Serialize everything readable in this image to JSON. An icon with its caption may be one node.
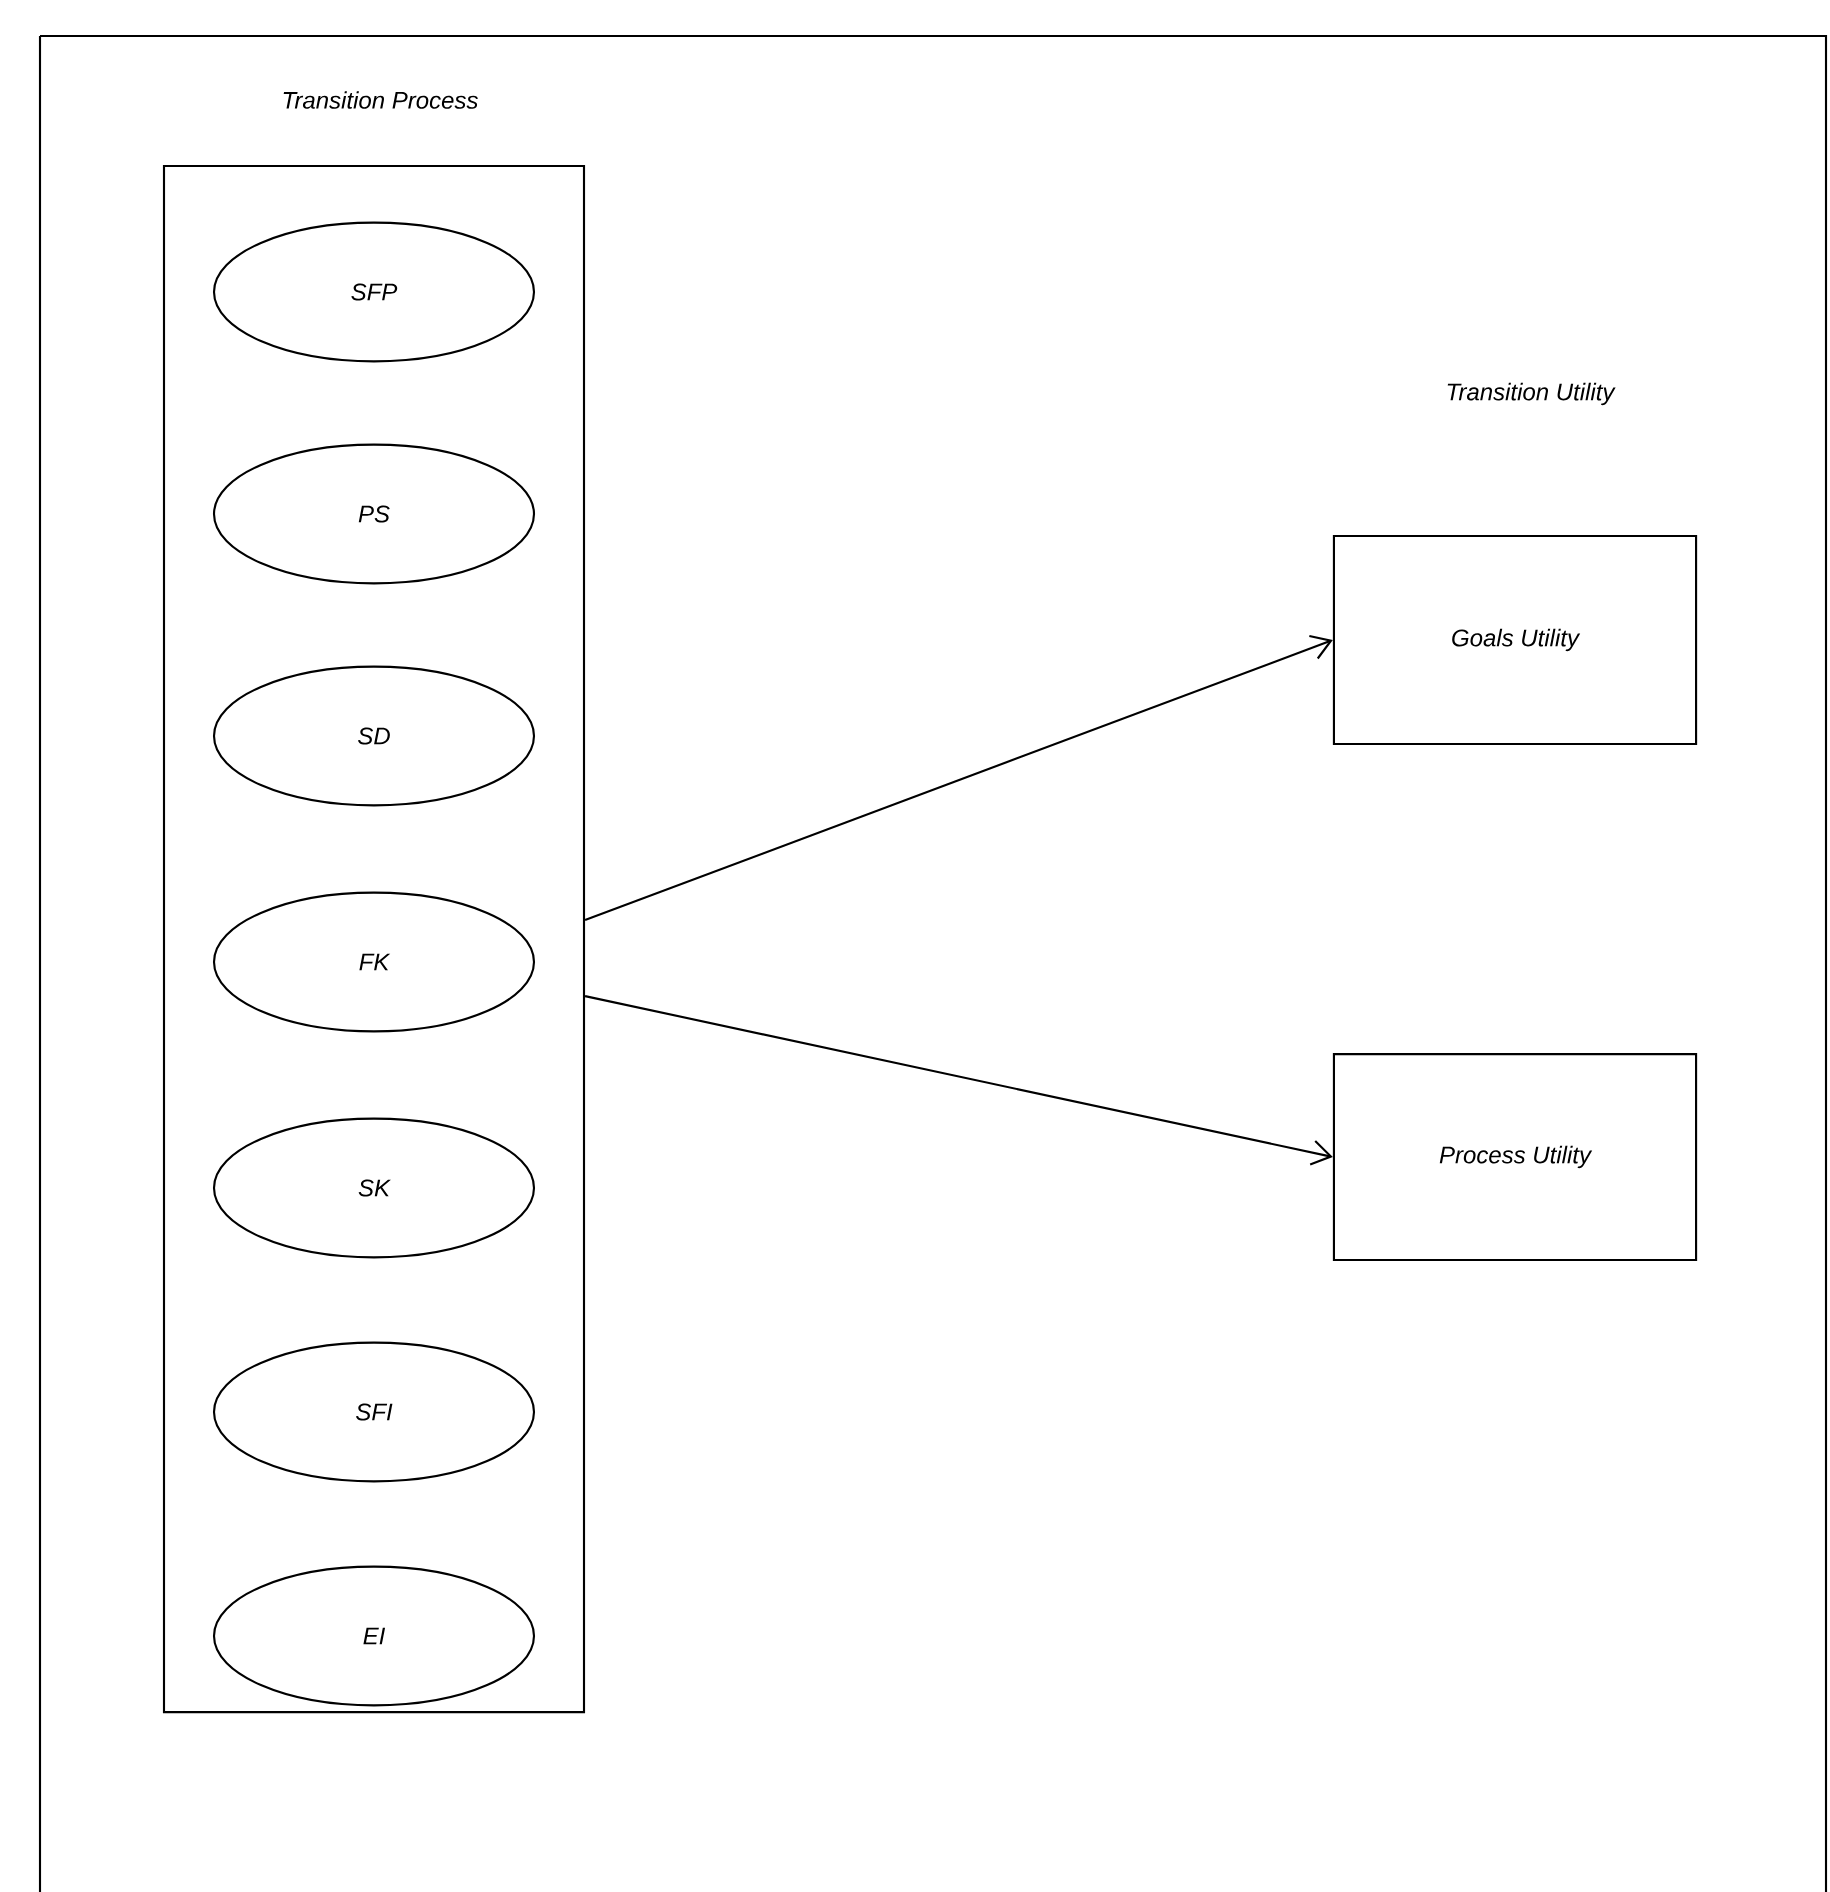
{
  "diagram": {
    "nodes": [
      {
        "text": [
          "Transition Process"
        ]
      },
      {
        "text": [
          "SFP"
        ],
        "in": 0
      },
      {
        "text": [
          "PS"
        ],
        "in": 0
      },
      {
        "text": [
          "SD"
        ],
        "in": 0
      },
      {
        "text": [
          "FK"
        ],
        "in": 0
      },
      {
        "text": [
          "SK"
        ],
        "in": 0
      },
      {
        "text": [
          "SFI"
        ],
        "in": 0
      },
      {
        "text": [
          "EI"
        ],
        "in": 0
      },
      {
        "text": [
          "Goals Utility"
        ]
      },
      {
        "text": [
          "Process Utility"
        ]
      }
    ],
    "edges": [
      {
        "from": 0,
        "to": 8,
        "arrow": "to"
      },
      {
        "from": 0,
        "to": 9,
        "arrow": "to"
      }
    ],
    "labels": [
      "Transition Utility"
    ]
  }
}
